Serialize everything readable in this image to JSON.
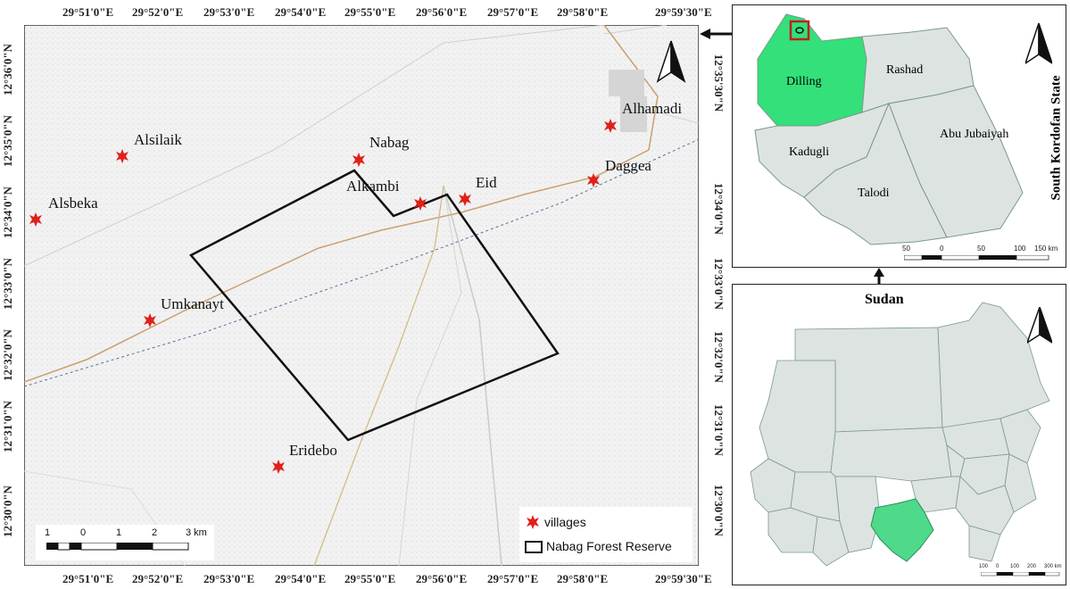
{
  "main_map": {
    "top_ticks": [
      "29°51'0\"E",
      "29°52'0\"E",
      "29°53'0\"E",
      "29°54'0\"E",
      "29°55'0\"E",
      "29°56'0\"E",
      "29°57'0\"E",
      "29°58'0\"E",
      "29°59'30\"E"
    ],
    "bottom_ticks": [
      "29°51'0\"E",
      "29°52'0\"E",
      "29°53'0\"E",
      "29°54'0\"E",
      "29°55'0\"E",
      "29°56'0\"E",
      "29°57'0\"E",
      "29°58'0\"E",
      "29°59'30\"E"
    ],
    "left_ticks": [
      "12°36'0\"N",
      "12°35'0\"N",
      "12°34'0\"N",
      "12°33'0\"N",
      "12°32'0\"N",
      "12°31'0\"N",
      "12°30'0\"N"
    ],
    "right_ticks": [
      "12°35'30\"N",
      "12°34'0\"N",
      "12°33'0\"N",
      "12°32'0\"N",
      "12°31'0\"N",
      "12°30'0\"N"
    ],
    "villages": [
      {
        "name": "Alsilaik"
      },
      {
        "name": "Nabag"
      },
      {
        "name": "Alhamadi"
      },
      {
        "name": "Alsbeka"
      },
      {
        "name": "Alkambi"
      },
      {
        "name": "Eid"
      },
      {
        "name": "Daggea"
      },
      {
        "name": "Umkanayt"
      },
      {
        "name": "Eridebo"
      }
    ],
    "legend": {
      "villages_label": "villages",
      "reserve_label": "Nabag Forest Reserve"
    },
    "scale": {
      "labels": [
        "1",
        "0",
        "1",
        "2",
        "3 km"
      ]
    },
    "colors": {
      "village_marker": "#e0201a",
      "reserve_outline": "#111111",
      "road": "#c9a070"
    }
  },
  "inset_state": {
    "title": "South Kordofan State",
    "localities": [
      "Dilling",
      "Rashad",
      "Kadugli",
      "Abu Jubaiyah",
      "Talodi"
    ],
    "scale_labels": [
      "50",
      "0",
      "50",
      "100",
      "150 km"
    ],
    "colors": {
      "highlight": "#33e07a",
      "fill": "#dde3e1",
      "border": "#7a9a88"
    }
  },
  "inset_country": {
    "title": "Sudan",
    "scale_labels": [
      "100",
      "0",
      "100",
      "200",
      "300 km"
    ],
    "colors": {
      "highlight": "#4fd98a",
      "fill": "#dde3e1"
    }
  }
}
